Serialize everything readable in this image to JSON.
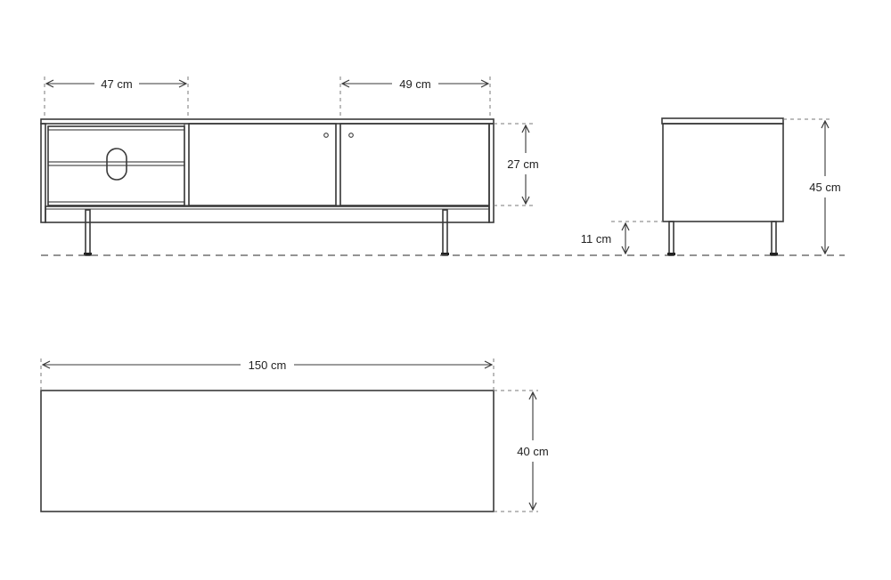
{
  "diagram": {
    "subject": "TV stand technical dimension drawing",
    "views": {
      "front": {
        "labels": {
          "drawer_width": "47 cm",
          "door_width": "49 cm",
          "body_height": "27 cm",
          "leg_height": "11 cm"
        }
      },
      "side": {
        "labels": {
          "total_height": "45 cm"
        }
      },
      "top": {
        "labels": {
          "total_width": "150 cm",
          "depth": "40 cm"
        }
      }
    },
    "colors": {
      "line": "#3a3a3a",
      "dashed": "#7a7a7a",
      "background": "#ffffff"
    }
  }
}
